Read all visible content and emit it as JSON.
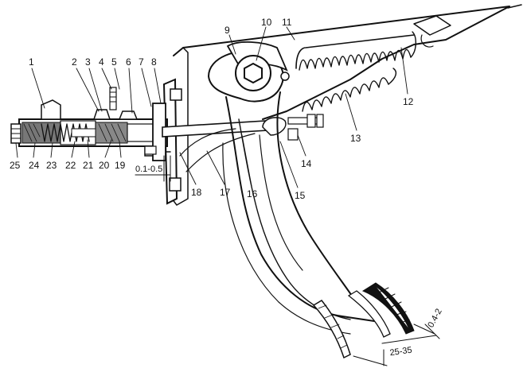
{
  "labels": {
    "n1": "1",
    "n2": "2",
    "n3": "3",
    "n4": "4",
    "n5": "5",
    "n6": "6",
    "n7": "7",
    "n8": "8",
    "n9": "9",
    "n10": "10",
    "n11": "11",
    "n12": "12",
    "n13": "13",
    "n14": "14",
    "n15": "15",
    "n16": "16",
    "n17": "17",
    "n18": "18",
    "n19": "19",
    "n20": "20",
    "n21": "21",
    "n22": "22",
    "n23": "23",
    "n24": "24",
    "n25": "25"
  },
  "dimensions": {
    "gap": "0.1-0.5",
    "pedal_play": "0.4-2",
    "pedal_travel": "25-35"
  }
}
